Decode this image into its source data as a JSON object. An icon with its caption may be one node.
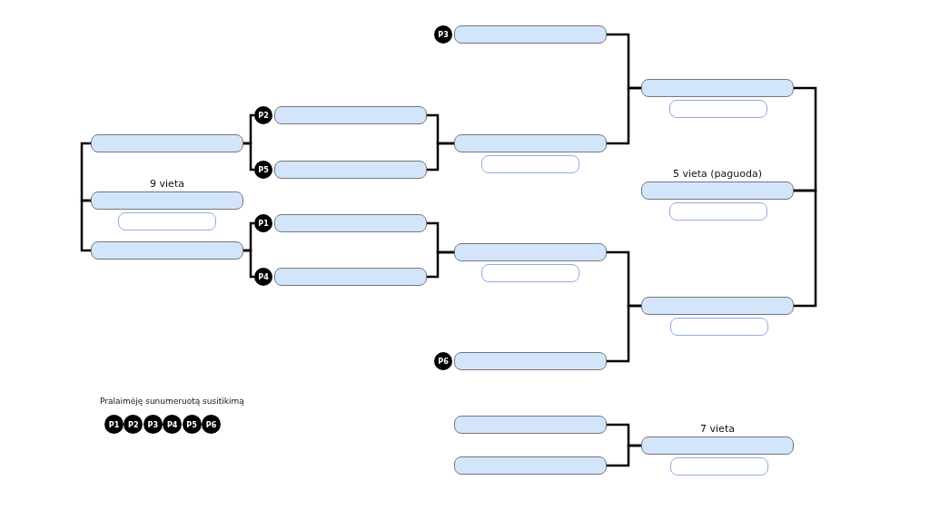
{
  "diagram": {
    "nodes": [
      {
        "text": [
          "P3"
        ]
      },
      {
        "text": [],
        "shape": "box"
      },
      {
        "text": [
          "P2"
        ]
      },
      {
        "text": [],
        "shape": "box"
      },
      {
        "text": [],
        "shape": "box"
      },
      {
        "text": [],
        "shape": "box"
      },
      {
        "text": [],
        "shape": "box"
      },
      {
        "text": [],
        "shape": "box"
      },
      {
        "text": [],
        "shape": "box"
      },
      {
        "text": [
          "P5"
        ]
      },
      {
        "text": [],
        "shape": "box"
      },
      {
        "text": [
          "5 vieta (paguoda)"
        ]
      },
      {
        "text": [],
        "shape": "box"
      },
      {
        "text": [
          "9 vieta"
        ]
      },
      {
        "text": [],
        "shape": "box"
      },
      {
        "text": [
          "P1"
        ]
      },
      {
        "text": [],
        "shape": "box"
      },
      {
        "text": [],
        "shape": "box"
      },
      {
        "text": [],
        "shape": "box"
      },
      {
        "text": [],
        "shape": "box"
      },
      {
        "text": [
          "P4"
        ]
      },
      {
        "text": [],
        "shape": "box"
      },
      {
        "text": [],
        "shape": "box"
      },
      {
        "text": [],
        "shape": "box"
      },
      {
        "text": [
          "P6"
        ]
      },
      {
        "text": [],
        "shape": "box"
      },
      {
        "text": [],
        "shape": "box"
      },
      {
        "text": [
          "7 vieta"
        ]
      },
      {
        "text": [],
        "shape": "box"
      },
      {
        "text": [],
        "shape": "box"
      },
      {
        "text": [
          "P1"
        ]
      },
      {
        "text": [
          "P2"
        ]
      },
      {
        "text": [
          "P3"
        ]
      },
      {
        "text": [
          "P4"
        ]
      },
      {
        "text": [
          "P5"
        ]
      },
      {
        "text": [
          "P6"
        ]
      }
    ],
    "edges": [
      {
        "from": 6,
        "to": 13,
        "arrow": "none"
      },
      {
        "from": 17,
        "to": 13,
        "arrow": "none"
      },
      {
        "from": 6,
        "to": 2,
        "arrow": "none"
      },
      {
        "from": 6,
        "to": 9,
        "arrow": "none"
      },
      {
        "from": 17,
        "to": 15,
        "arrow": "none"
      },
      {
        "from": 17,
        "to": 20,
        "arrow": "none"
      },
      {
        "from": 3,
        "to": 7,
        "arrow": "none"
      },
      {
        "from": 10,
        "to": 7,
        "arrow": "none"
      },
      {
        "from": 16,
        "to": 18,
        "arrow": "none"
      },
      {
        "from": 21,
        "to": 18,
        "arrow": "none"
      },
      {
        "from": 1,
        "to": 4,
        "arrow": "none"
      },
      {
        "from": 7,
        "to": 4,
        "arrow": "none"
      },
      {
        "from": 18,
        "to": 22,
        "arrow": "none"
      },
      {
        "from": 25,
        "to": 22,
        "arrow": "none"
      },
      {
        "from": 4,
        "to": 11,
        "arrow": "none"
      },
      {
        "from": 22,
        "to": 11,
        "arrow": "none"
      },
      {
        "from": 26,
        "to": 27,
        "arrow": "none"
      },
      {
        "from": 29,
        "to": 27,
        "arrow": "none"
      }
    ],
    "labels": [
      "Pralaimėję sunumeruotą susitikimą"
    ]
  }
}
